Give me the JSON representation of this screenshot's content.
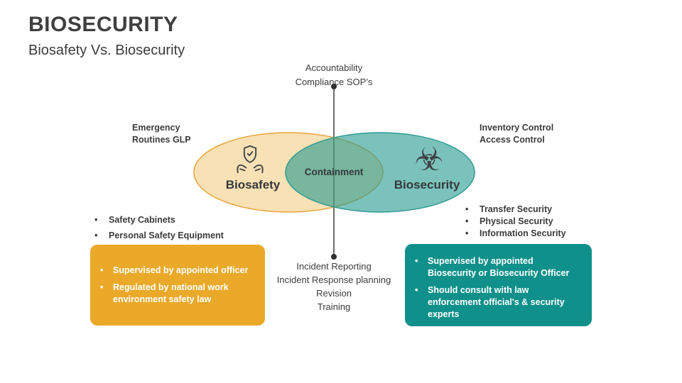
{
  "slide": {
    "title": "BIOSECURITY",
    "subtitle": "Biosafety Vs. Biosecurity"
  },
  "colors": {
    "orange_accent": "#EBA929",
    "orange_ellipse_fill": "#F8E1B4",
    "orange_ellipse_border": "#E8A33B",
    "teal_accent": "#0F908A",
    "teal_ellipse_fill": "#7BC2BC",
    "teal_ellipse_border": "#2F9B93",
    "overlap_green": "#74B39D",
    "text_dark": "#3C3C3C",
    "box_text": "#FFFFFF"
  },
  "venn": {
    "left_label": "Biosafety",
    "right_label": "Biosecurity",
    "overlap_label": "Containment",
    "biohazard_glyph": "☣"
  },
  "top_annotation": {
    "lines": [
      "Accountability",
      "Compliance SOP’s"
    ]
  },
  "bottom_annotation": {
    "lines": [
      "Incident Reporting",
      "Incident Response planning",
      "Revision",
      "Training"
    ]
  },
  "left_annotation": {
    "lines": [
      "Emergency",
      "Routines GLP"
    ]
  },
  "right_annotation": {
    "lines": [
      "Inventory Control",
      "Access Control"
    ]
  },
  "left_list": {
    "items": [
      "Safety Cabinets",
      "Personal Safety Equipment"
    ]
  },
  "right_list": {
    "items": [
      "Transfer Security",
      "Physical Security",
      "Information Security"
    ]
  },
  "orange_box": {
    "items": [
      "Supervised by appointed officer",
      "Regulated by national work environment safety law"
    ]
  },
  "teal_box": {
    "items": [
      "Supervised by appointed Biosecurity or Biosecurity Officer",
      "Should consult with law enforcement official's & security experts"
    ]
  }
}
